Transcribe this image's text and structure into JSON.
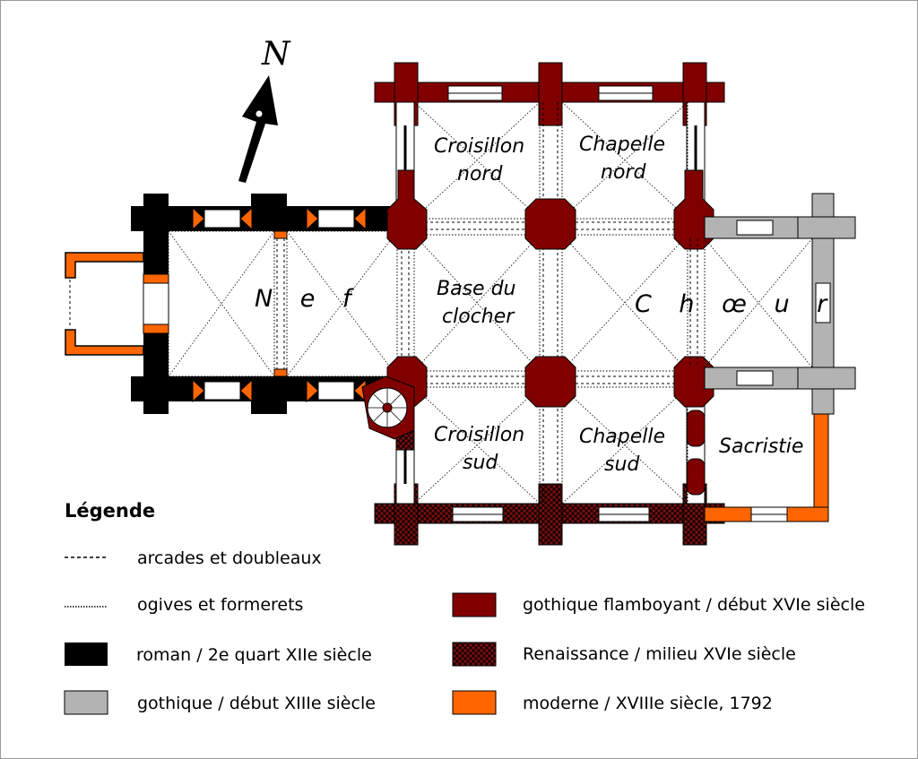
{
  "rooms": {
    "nef": "N e f",
    "base_l1": "Base du",
    "base_l2": "clocher",
    "croisillon_nord_l1": "Croisillon",
    "croisillon_nord_l2": "nord",
    "chapelle_nord_l1": "Chapelle",
    "chapelle_nord_l2": "nord",
    "choeur": "C h œ u r",
    "croisillon_sud_l1": "Croisillon",
    "croisillon_sud_l2": "sud",
    "chapelle_sud_l1": "Chapelle",
    "chapelle_sud_l2": "sud",
    "sacristie": "Sacristie"
  },
  "north_label": "N",
  "legend": {
    "title": "Légende",
    "arcades": "arcades et doubleaux",
    "ogives": "ogives et formerets",
    "roman": "roman / 2e quart XIIe siècle",
    "gothique": "gothique / début XIIIe siècle",
    "flamboyant": "gothique flamboyant / début XVIe siècle",
    "renaissance": "Renaissance / milieu XVIe siècle",
    "moderne": "moderne / XVIIIe siècle, 1792"
  },
  "colors": {
    "roman": "#000000",
    "gothique": "#b3b3b3",
    "flamboyant": "#800000",
    "renaissance": "#6b1010",
    "moderne": "#ff6600"
  }
}
